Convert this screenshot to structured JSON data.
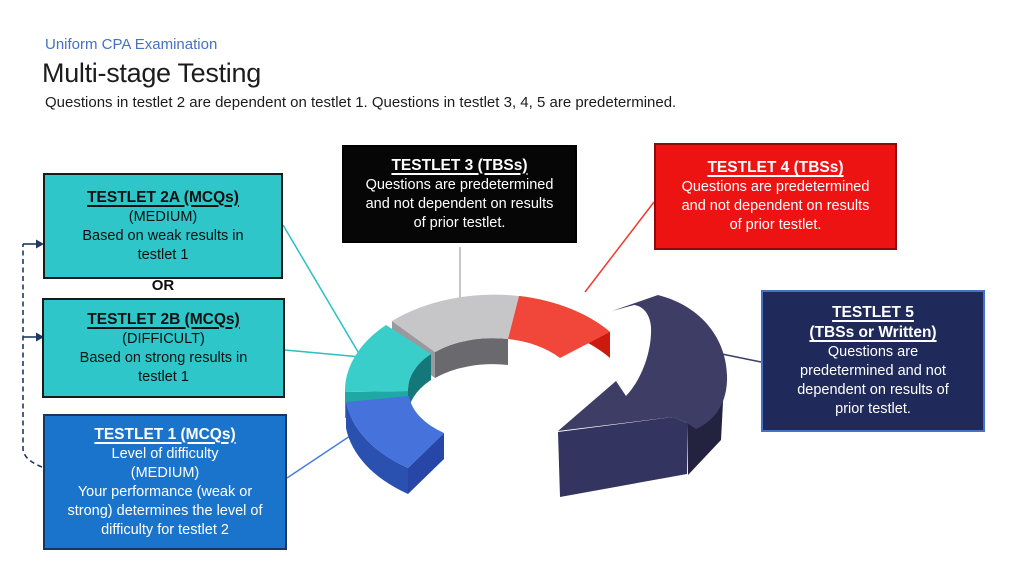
{
  "header": {
    "eyebrow": "Uniform CPA Examination",
    "title": "Multi-stage Testing",
    "subtitle": "Questions in testlet 2 are dependent on testlet 1. Questions in testlet 3, 4, 5 are predetermined."
  },
  "or_label": "OR",
  "boxes": {
    "t2a": {
      "title": "TESTLET 2A (MCQs)",
      "lines": [
        "(MEDIUM)",
        "Based on weak results in",
        "testlet 1"
      ],
      "fill": "#2EC6C8",
      "border": "#1A1A1A",
      "text_color": "#101010"
    },
    "t2b": {
      "title": "TESTLET 2B (MCQs)",
      "lines": [
        "(DIFFICULT)",
        "Based on strong results in",
        "testlet 1"
      ],
      "fill": "#2EC6C8",
      "border": "#1A1A1A",
      "text_color": "#101010"
    },
    "t1": {
      "title": "TESTLET 1 (MCQs)",
      "lines": [
        "Level of difficulty",
        "(MEDIUM)",
        "Your performance (weak or",
        "strong) determines the level of",
        "difficulty for testlet 2"
      ],
      "fill": "#1B74CC",
      "border": "#17375E",
      "text_color": "#FFFFFF"
    },
    "t3": {
      "title": "TESTLET 3 (TBSs)",
      "lines": [
        "Questions are predetermined",
        "and not dependent on results",
        "of prior testlet."
      ],
      "fill": "#060606",
      "border": "#000000",
      "text_color": "#FFFFFF"
    },
    "t4": {
      "title": "TESTLET 4 (TBSs)",
      "lines": [
        "Questions are predetermined",
        "and not dependent on results",
        "of prior testlet."
      ],
      "fill": "#EE1313",
      "border": "#8C0A0A",
      "text_color": "#FFFFFF"
    },
    "t5": {
      "title1": "TESTLET 5",
      "title2": "(TBSs or Written)",
      "lines": [
        "Questions are",
        "predetermined and not",
        "dependent on results of",
        "prior testlet."
      ],
      "fill": "#1F2A5A",
      "border": "#4472C4",
      "text_color": "#FFFFFF"
    }
  },
  "colors": {
    "eyebrow": "#4472C4",
    "ring": {
      "gray_top": "#C6C6C8",
      "gray_wall": "#6A6A6E",
      "gray_cap": "#9A9A9E",
      "teal_top": "#39CEC9",
      "teal_wall": "#14787A",
      "teal_cap": "#1FA9A4",
      "blue_top": "#4573DB",
      "blue_wall": "#2A50B0",
      "blue_cap": "#2746A8",
      "red_top": "#F1473A",
      "red_wall": "#CC1A0E",
      "navy_top": "#3D3D66",
      "navy_front": "#343460",
      "navy_shadow": "#23233F"
    },
    "connectors": {
      "teal": "#2BBFC2",
      "gray": "#B3B3B3",
      "red": "#EF3B2D",
      "navy": "#3A3F66",
      "blue": "#4A7BE0",
      "dashed": "#1F3864"
    }
  },
  "diagram_legend": {
    "segment_testlet1": "blue segment",
    "segment_testlet2": "teal segment",
    "segment_testlet3": "gray segment",
    "segment_testlet4": "red segment",
    "segment_testlet5": "navy arrow"
  }
}
